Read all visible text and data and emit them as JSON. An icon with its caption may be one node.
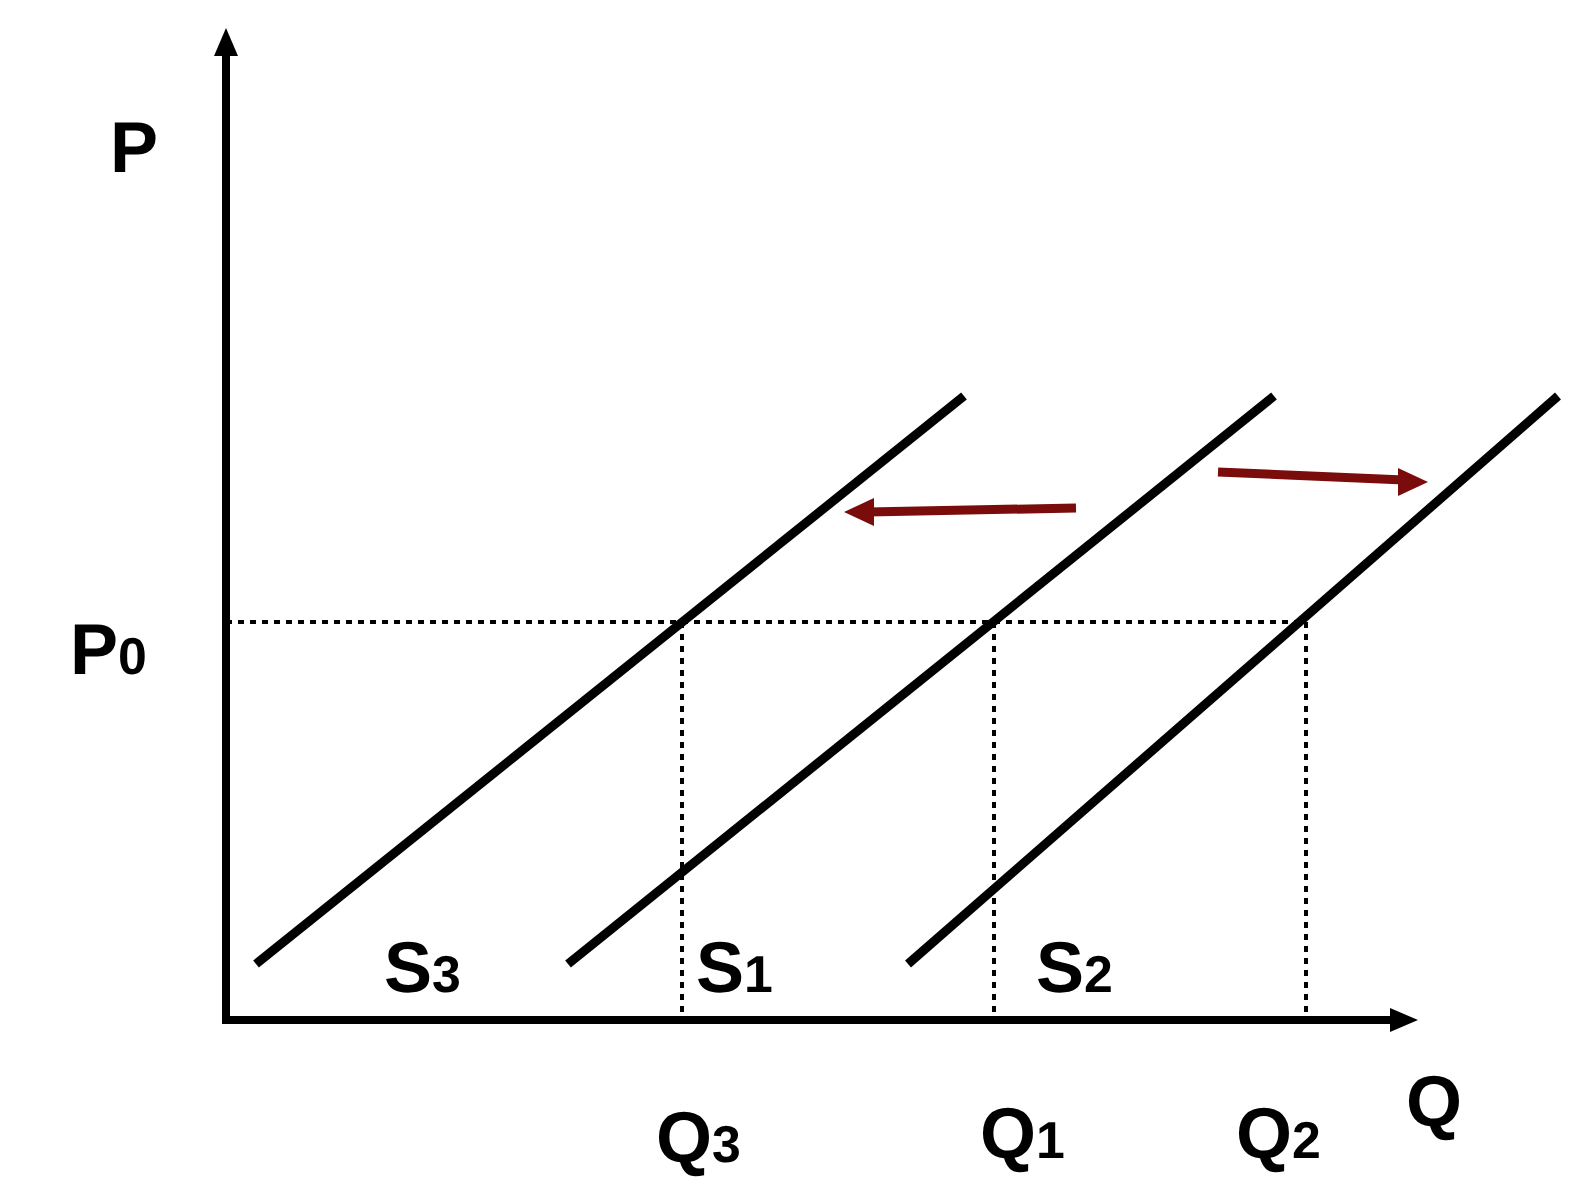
{
  "diagram": {
    "labels": [
      "P",
      "P$_{0}$",
      "S$_{3}$",
      "S$_{1}$",
      "S$_{2}$",
      "Q",
      "Q$_{3}$",
      "Q$_{1}$",
      "Q$_{2}$"
    ]
  }
}
